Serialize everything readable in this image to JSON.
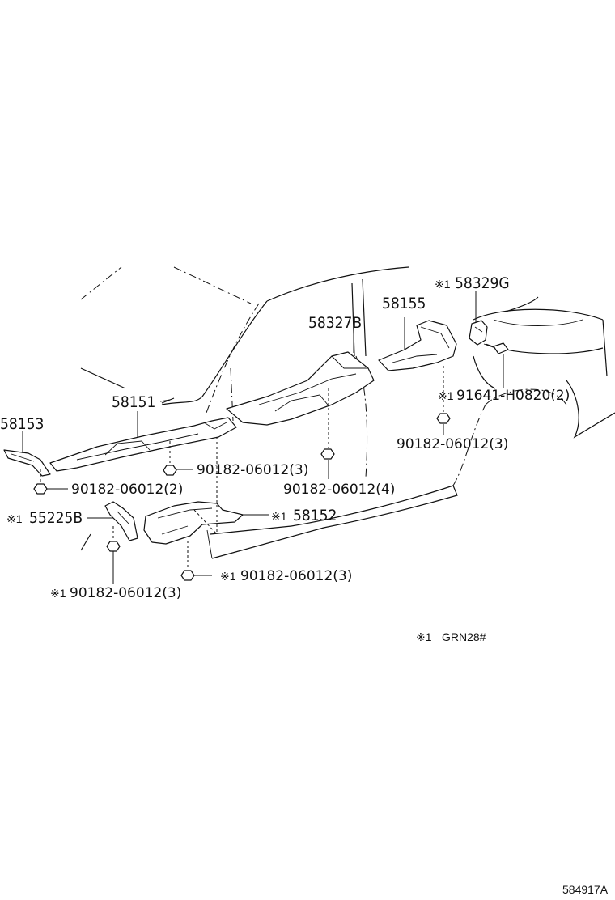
{
  "parts": {
    "p58329g": "58329G",
    "p58327b": "58327B",
    "p58155": "58155",
    "p91641": "91641-H0820(2)",
    "p58151": "58151",
    "p58153": "58153",
    "clip_3a": "90182-06012(3)",
    "clip_3b": "90182-06012(3)",
    "clip_4": "90182-06012(4)",
    "clip_2": "90182-06012(2)",
    "p55225b": "55225B",
    "p58152": "58152",
    "clip_3c": "90182-06012(3)",
    "clip_3d": "90182-06012(3)"
  },
  "marks": {
    "m1": "※1",
    "m2": "※1",
    "m3": "※1",
    "m4": "※1",
    "m5": "※1",
    "m6": "※1"
  },
  "legend": {
    "mark": "※1",
    "text": "GRN28#"
  },
  "figure_ref": "584917A"
}
